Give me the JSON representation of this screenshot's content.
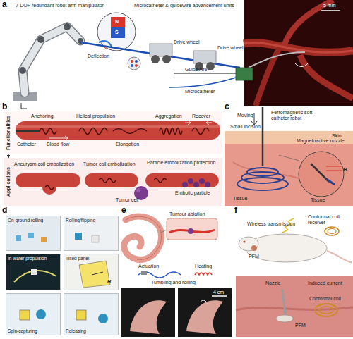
{
  "diagram": {
    "nodes": [
      {
        "text": [
          "Functionalities"
        ]
      },
      {
        "text": [
          "Applications"
        ]
      },
      {
        "text": [
          "On-ground rolling"
        ]
      },
      {
        "text": [
          "Rolling/flipping"
        ]
      },
      {
        "text": [
          "In-water propulsion"
        ]
      },
      {
        "text": [
          "Tilted panel"
        ]
      },
      {
        "text": [
          "Spin-capturing"
        ]
      },
      {
        "text": [
          "Releasing"
        ]
      }
    ],
    "edges": [
      {
        "from": 0,
        "to": 1,
        "arrow": "to"
      }
    ],
    "labels": [
      "a",
      "7-DOF redundant robot arm manipulator",
      "Microcatheter & guidewire advancement units",
      "N",
      "S",
      "Deflection",
      "Drive wheel",
      "Drive wheel",
      "Guidewire",
      "Microcatheter",
      "5 mm",
      "b",
      "Anchoring",
      "Catheter",
      "Blood flow",
      "Helical propulsion",
      "Elongation",
      "Aggregation",
      "Recover",
      "Aneurysm coil embolization",
      "Tumor coil embolization",
      "Particle embolization protection",
      "Tumor cell",
      "Embolic particle",
      "c",
      "Moving",
      "Small incision",
      "Ferromagnetic soft catheter robot",
      "Skin",
      "Tissue",
      "Magnetoactive nozzle",
      "B",
      "Tissue",
      "d",
      "H",
      "e",
      "Tumour ablation",
      "Actuation",
      "Heating",
      "Tumbling and rolling",
      "4 cm",
      "f",
      "Wireless transmission",
      "Conformal coil receiver",
      "PFM",
      "Nozzle",
      "Conformal coil",
      "Induced current",
      "PFM"
    ]
  }
}
